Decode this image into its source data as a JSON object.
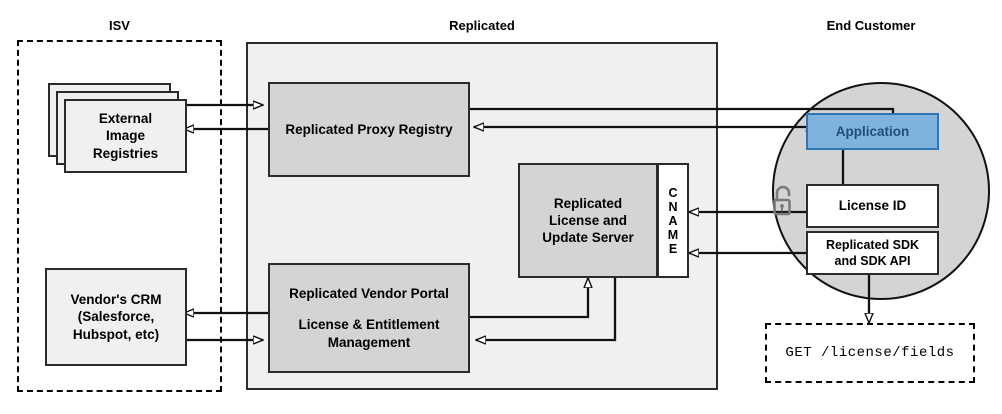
{
  "diagram": {
    "title_zones": [
      {
        "id": "isv",
        "label": "ISV"
      },
      {
        "id": "replicated",
        "label": "Replicated"
      },
      {
        "id": "end_customer",
        "label": "End Customer"
      }
    ],
    "colors": {
      "zone_fill": "#f0f0f0",
      "node_gray": "#d4d4d4",
      "node_white": "#ffffff",
      "application_fill": "#7fb3dd",
      "application_border": "#2e75b6",
      "application_text": "#1f4e79",
      "circle_fill": "#d4d4d4",
      "stroke": "#2b2b2b",
      "lock_icon": "#777777"
    },
    "nodes": {
      "external_image_registries": {
        "label": "External Image Registries",
        "lines": [
          "External",
          "Image",
          "Registries"
        ],
        "style": "stacked-light"
      },
      "vendors_crm": {
        "label": "Vendor's CRM (Salesforce, Hubspot, etc)",
        "lines": [
          "Vendor's CRM",
          "(Salesforce,",
          "Hubspot, etc)"
        ],
        "style": "light"
      },
      "replicated_proxy_registry": {
        "label": "Replicated Proxy Registry",
        "lines": [
          "Replicated Proxy Registry"
        ],
        "style": "gray"
      },
      "replicated_license_update_server": {
        "label": "Replicated License and Update Server",
        "lines": [
          "Replicated",
          "License and",
          "Update Server"
        ],
        "style": "gray"
      },
      "cname": {
        "label": "CNAME",
        "letters": [
          "C",
          "N",
          "A",
          "M",
          "E"
        ],
        "style": "white"
      },
      "replicated_vendor_portal": {
        "label": "Replicated Vendor Portal License & Entitlement Management",
        "lines": [
          "Replicated Vendor Portal",
          "",
          "License & Entitlement",
          "Management"
        ],
        "style": "gray"
      },
      "application": {
        "label": "Application",
        "lines": [
          "Application"
        ],
        "style": "blue"
      },
      "license_id": {
        "label": "License ID",
        "lines": [
          "License ID"
        ],
        "style": "white"
      },
      "replicated_sdk": {
        "label": "Replicated SDK and SDK API",
        "lines": [
          "Replicated SDK",
          "and SDK API"
        ],
        "style": "white"
      },
      "api_request": {
        "label": "GET /license/fields",
        "style": "dashed-mono"
      }
    },
    "icons": [
      {
        "name": "unlock-icon",
        "meaning": "open padlock"
      }
    ],
    "connections": [
      {
        "from": "external_image_registries",
        "to": "replicated_proxy_registry",
        "direction": "right"
      },
      {
        "from": "replicated_proxy_registry",
        "to": "external_image_registries",
        "direction": "left"
      },
      {
        "from": "replicated_proxy_registry",
        "to": "application",
        "direction": "right"
      },
      {
        "from": "license_id",
        "to": "replicated_proxy_registry",
        "direction": "left"
      },
      {
        "from": "license_id",
        "to": "cname",
        "direction": "left"
      },
      {
        "from": "replicated_sdk",
        "to": "cname",
        "direction": "left"
      },
      {
        "from": "replicated_vendor_portal",
        "to": "replicated_license_update_server",
        "direction": "up"
      },
      {
        "from": "replicated_license_update_server",
        "to": "replicated_vendor_portal",
        "direction": "left"
      },
      {
        "from": "vendors_crm",
        "to": "replicated_vendor_portal",
        "direction": "right"
      },
      {
        "from": "replicated_vendor_portal",
        "to": "vendors_crm",
        "direction": "left"
      },
      {
        "from": "replicated_sdk",
        "to": "api_request",
        "direction": "down"
      }
    ]
  }
}
